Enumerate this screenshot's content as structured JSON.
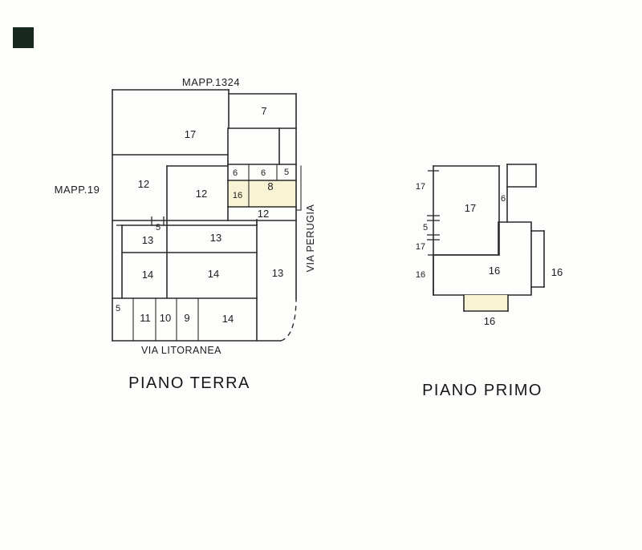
{
  "colors": {
    "highlight": "#f7f3d4",
    "ink": "#2b2b2b",
    "scan_square": "#17281e",
    "background": "#fdfdfc"
  },
  "terra": {
    "title": "PIANO TERRA",
    "mapp_top": "MAPP.1324",
    "mapp_left": "MAPP.19",
    "street_right": "VIA PERUGIA",
    "street_bottom": "VIA LITORANEA",
    "labels": {
      "r7": "7",
      "r17": "17",
      "r12l": "12",
      "r12c": "12",
      "r6a": "6",
      "r6b": "6",
      "r5top": "5",
      "r16": "16",
      "r8": "8",
      "r12b": "12",
      "d5": "5",
      "r13l": "13",
      "r13c": "13",
      "r14l": "14",
      "r14c": "14",
      "r13r": "13",
      "s5": "5",
      "r11": "11",
      "r10": "10",
      "r9": "9",
      "r14b": "14"
    }
  },
  "primo": {
    "title": "PIANO PRIMO",
    "labels": {
      "w17a": "17",
      "r17": "17",
      "r6": "6",
      "w5": "5",
      "w17b": "17",
      "w16l": "16",
      "r16": "16",
      "w16r": "16",
      "w16b": "16"
    }
  }
}
